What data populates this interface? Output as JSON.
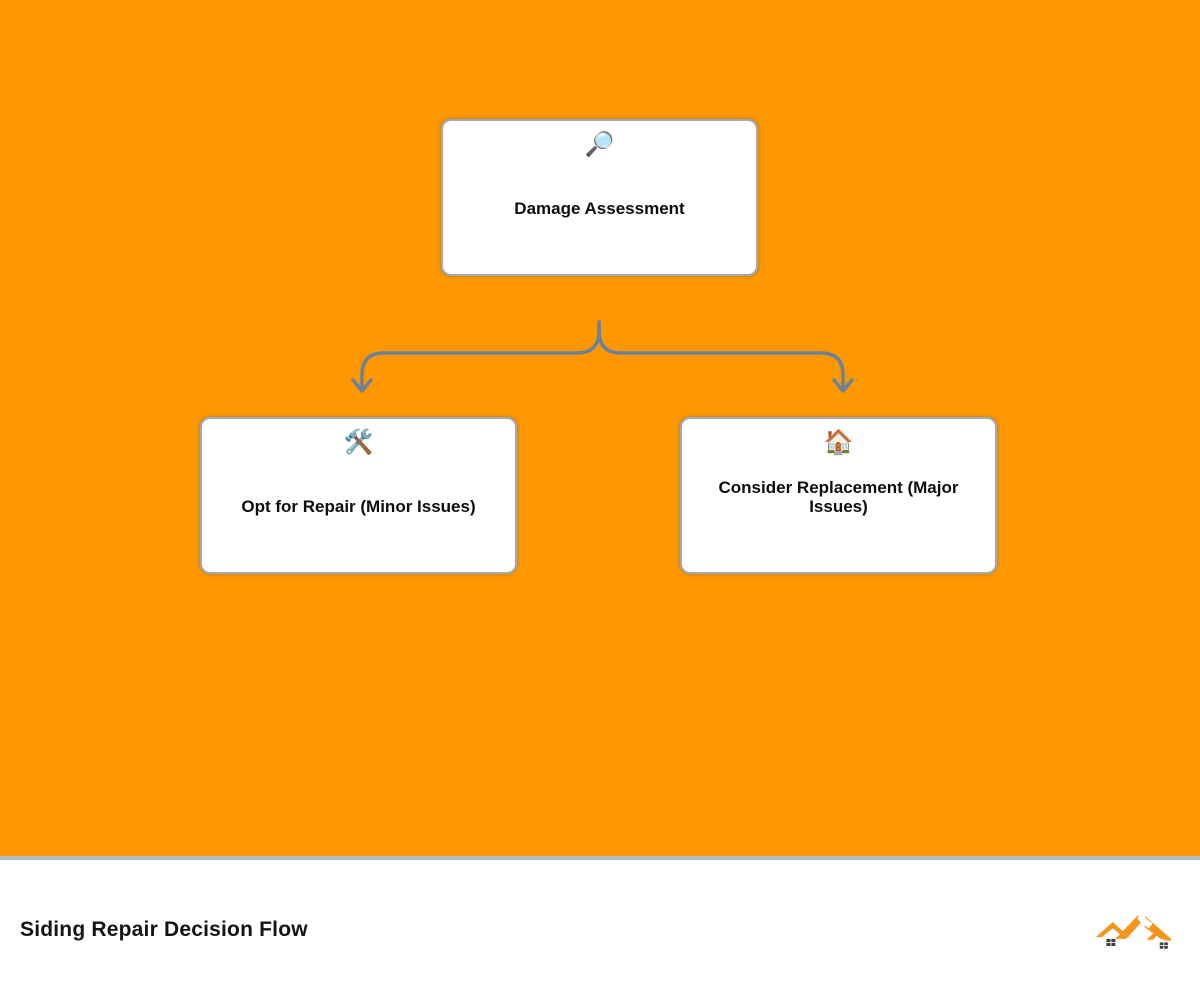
{
  "colors": {
    "background": "#ff9800",
    "connector": "#6b8299",
    "node_border": "#a3a9ae",
    "footer_border": "#b3b9bf",
    "logo_orange": "#f7941d",
    "logo_window": "#3b3b3b"
  },
  "diagram": {
    "nodes": [
      {
        "id": "damage-assessment",
        "icon": "🔎",
        "icon_name": "magnifying-glass-icon",
        "label": "Damage Assessment"
      },
      {
        "id": "opt-repair",
        "icon": "🛠️",
        "icon_name": "hammer-wrench-icon",
        "label": "Opt for Repair (Minor Issues)"
      },
      {
        "id": "consider-replacement",
        "icon": "🏠",
        "icon_name": "house-icon",
        "label": "Consider Replacement (Major Issues)"
      }
    ]
  },
  "footer": {
    "title": "Siding Repair Decision Flow",
    "logo_name": "roofing-logo"
  }
}
